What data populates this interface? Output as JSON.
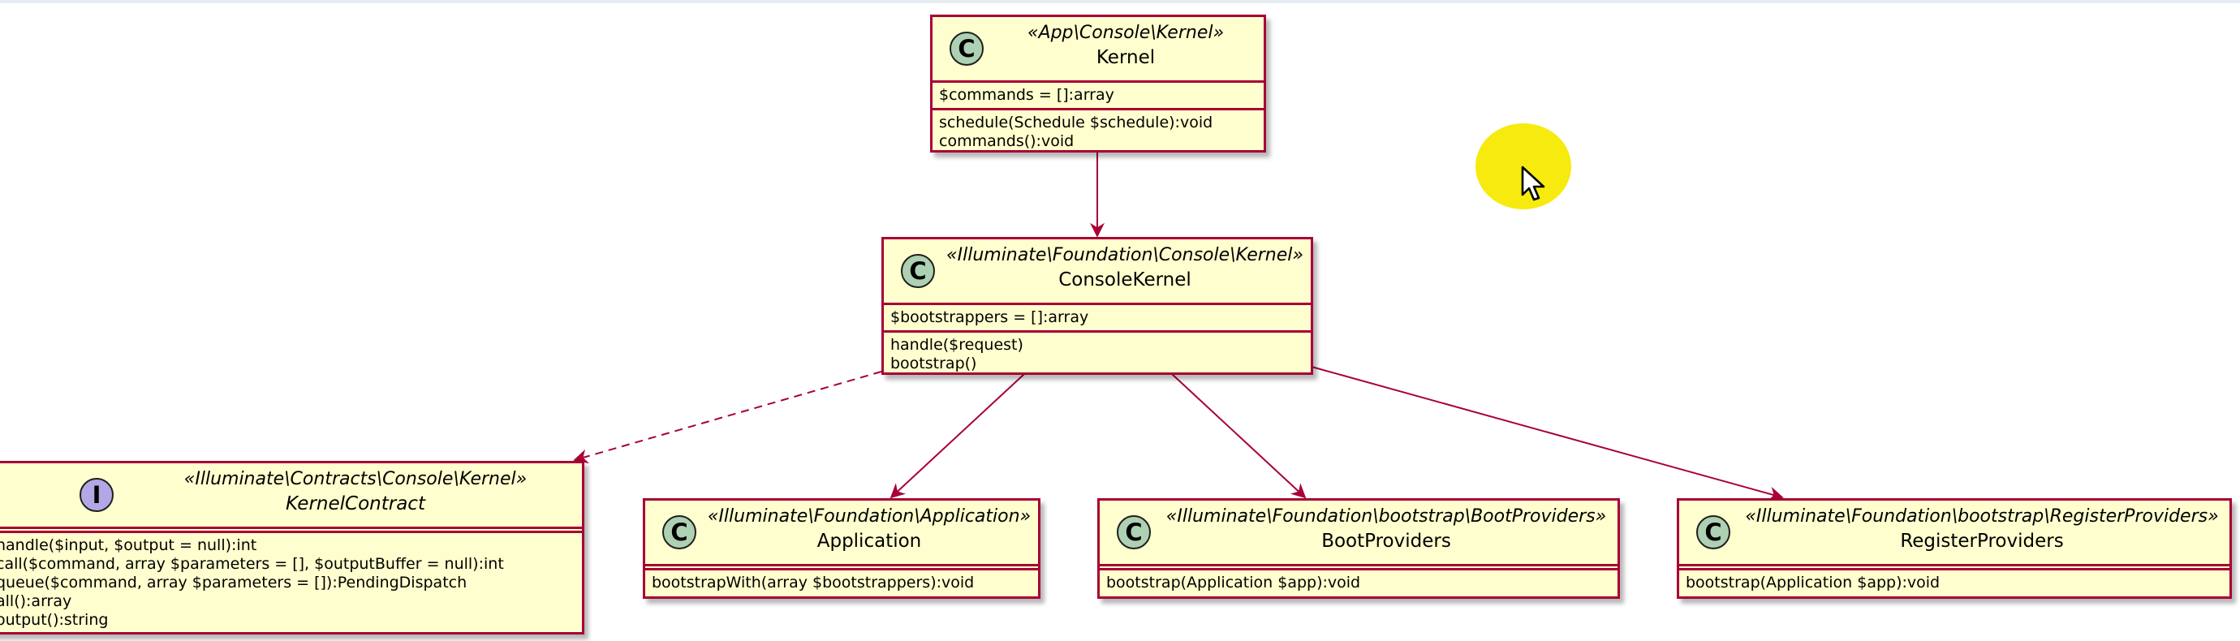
{
  "diagram": {
    "classes": {
      "kernel": {
        "badge": "C",
        "stereotype": "«App\\Console\\Kernel»",
        "name": "Kernel",
        "fields": [
          "$commands = []:array"
        ],
        "methods": [
          "schedule(Schedule $schedule):void",
          "commands():void"
        ]
      },
      "console_kernel": {
        "badge": "C",
        "stereotype": "«Illuminate\\Foundation\\Console\\Kernel»",
        "name": "ConsoleKernel",
        "fields": [
          "$bootstrappers = []:array"
        ],
        "methods": [
          "handle($request)",
          "bootstrap()"
        ]
      },
      "kernel_contract": {
        "badge": "I",
        "stereotype": "«Illuminate\\Contracts\\Console\\Kernel»",
        "name": "KernelContract",
        "methods": [
          "handle($input, $output = null):int",
          "call($command, array $parameters = [], $outputBuffer = null):int",
          "queue($command, array $parameters = []):PendingDispatch",
          "all():array",
          "output():string"
        ]
      },
      "application": {
        "badge": "C",
        "stereotype": "«Illuminate\\Foundation\\Application»",
        "name": "Application",
        "methods": [
          "bootstrapWith(array $bootstrappers):void"
        ]
      },
      "boot_providers": {
        "badge": "C",
        "stereotype": "«Illuminate\\Foundation\\bootstrap\\BootProviders»",
        "name": "BootProviders",
        "methods": [
          "bootstrap(Application $app):void"
        ]
      },
      "register_providers": {
        "badge": "C",
        "stereotype": "«Illuminate\\Foundation\\bootstrap\\RegisterProviders»",
        "name": "RegisterProviders",
        "methods": [
          "bootstrap(Application $app):void"
        ]
      }
    },
    "colors": {
      "class_fill": "#fefece",
      "class_border": "#a80036",
      "class_badge": "#add1b2",
      "interface_badge": "#b4a7e5",
      "arrow": "#a80036",
      "cursor_highlight": "#f7ea0e"
    }
  }
}
